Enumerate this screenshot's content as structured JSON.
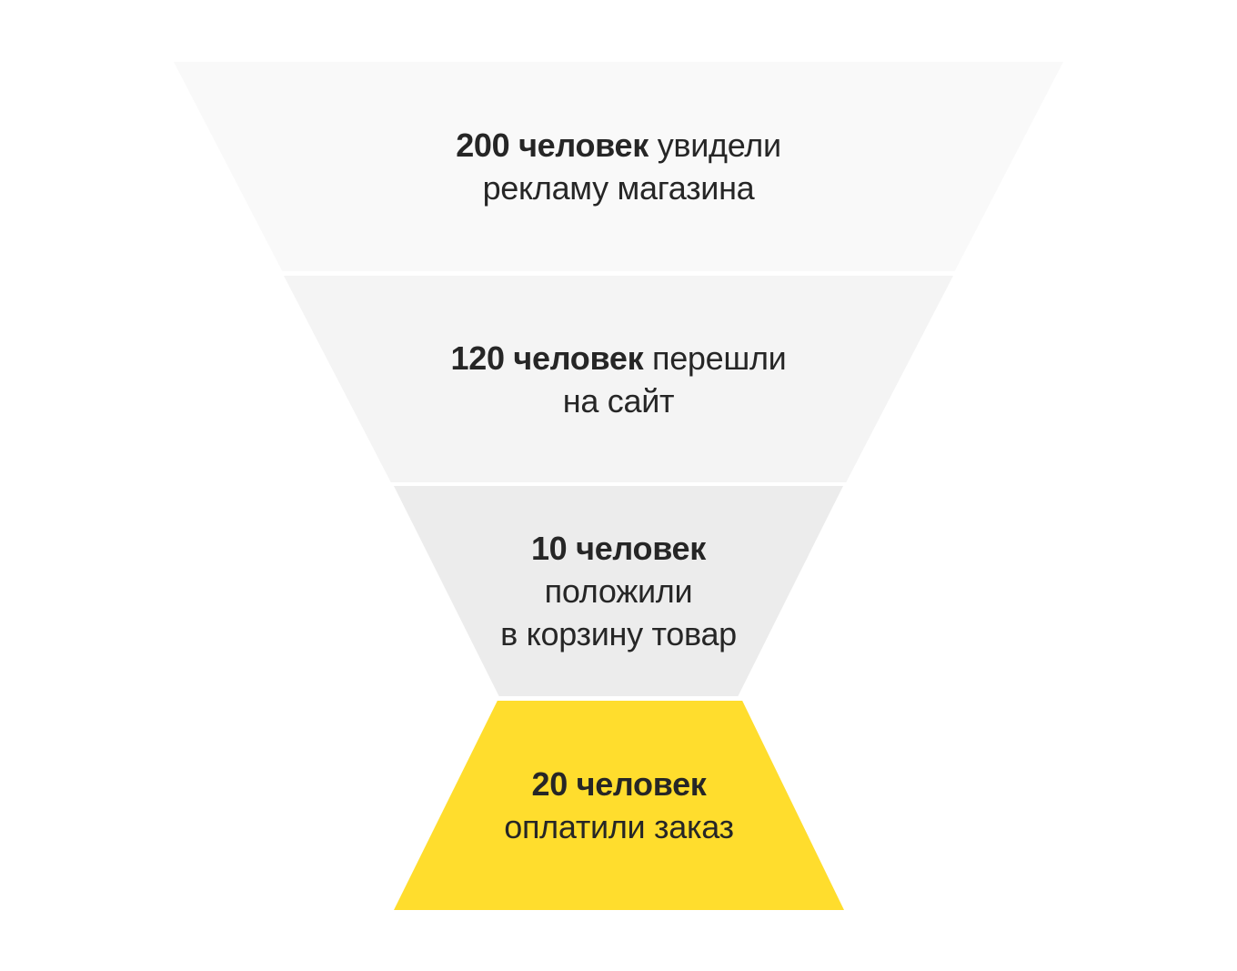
{
  "page": {
    "background": "#ffffff",
    "text_color": "#262626"
  },
  "funnel": {
    "stages": [
      {
        "id": "ad-impressions",
        "value": 200,
        "color": "#f9f9f9",
        "bold": "200 человек",
        "rest1": "увидели",
        "line2": "рекламу магазина"
      },
      {
        "id": "site-visits",
        "value": 120,
        "color": "#f4f4f4",
        "bold": "120 человек",
        "rest1": "перешли",
        "line2": "на сайт"
      },
      {
        "id": "added-to-cart",
        "value": 10,
        "color": "#ececec",
        "bold": "10 человек",
        "line2": "положили",
        "line3": "в корзину товар"
      },
      {
        "id": "paid-orders",
        "value": 20,
        "color": "#ffdd2d",
        "bold": "20 человек",
        "line2": "оплатили заказ"
      }
    ]
  }
}
